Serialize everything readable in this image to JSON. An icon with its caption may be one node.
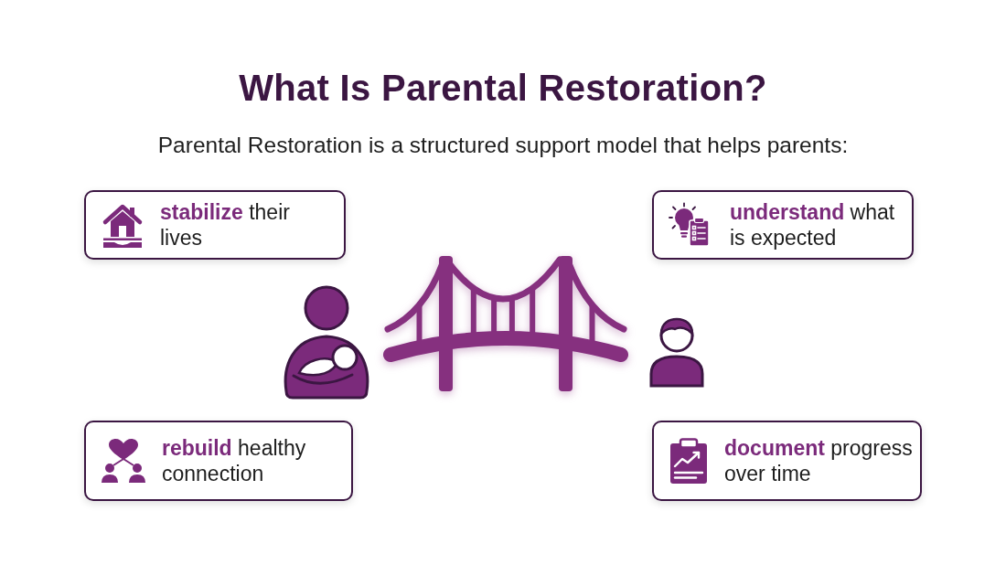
{
  "diagram": {
    "title": "What Is Parental Restoration?",
    "nodes": [
      {
        "text": [
          "**stabilize** their lives"
        ]
      },
      {
        "text": [
          "**understand** what is expected"
        ]
      },
      {
        "text": [
          "**rebuild** healthy connection"
        ]
      },
      {
        "text": [
          "**document** progress over time"
        ]
      }
    ],
    "labels": [
      "Parental Restoration is a structured support model that helps parents:"
    ]
  }
}
